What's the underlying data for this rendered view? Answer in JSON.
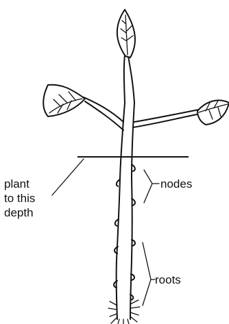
{
  "labels": {
    "depth": [
      "plant",
      "to this",
      "depth"
    ],
    "nodes": "nodes",
    "roots": "roots"
  },
  "colors": {
    "ink": "#111111",
    "background": "#ffffff"
  }
}
